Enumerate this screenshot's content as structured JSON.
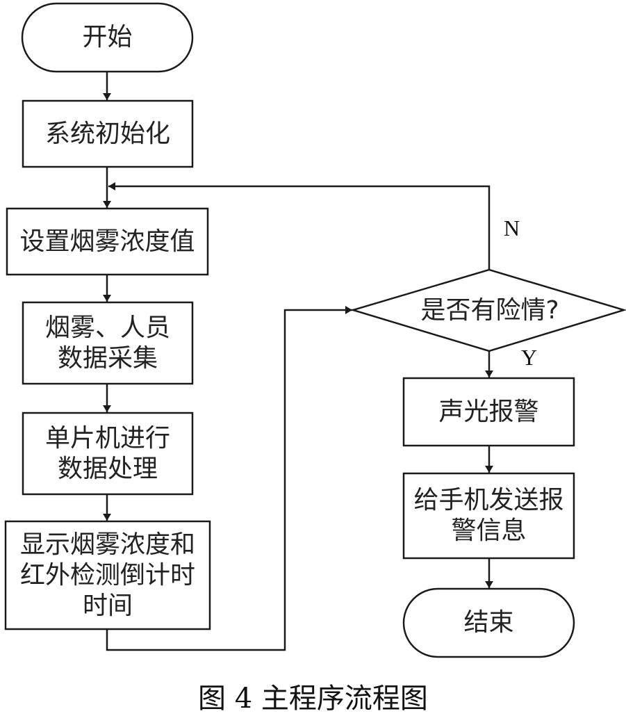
{
  "figure": {
    "caption": "图 4 主程序流程图",
    "stroke_color": "#1a1a1a",
    "fill_color": "#ffffff"
  },
  "nodes": {
    "start": {
      "shape": "terminator",
      "text": "开始"
    },
    "init": {
      "shape": "process",
      "text": "系统初始化"
    },
    "set_threshold": {
      "shape": "process",
      "text": "设置烟雾浓度值"
    },
    "collect": {
      "shape": "process",
      "text": "烟雾、人员\n数据采集"
    },
    "process_data": {
      "shape": "process",
      "text": "单片机进行\n数据处理"
    },
    "display": {
      "shape": "process",
      "text": "显示烟雾浓度和\n红外检测倒计时\n时间"
    },
    "decision": {
      "shape": "decision",
      "text": "是否有险情?"
    },
    "alarm": {
      "shape": "process",
      "text": "声光报警"
    },
    "send_msg": {
      "shape": "process",
      "text": "给手机发送报\n警信息"
    },
    "end": {
      "shape": "terminator",
      "text": "结束"
    }
  },
  "edges": [
    {
      "from": "start",
      "to": "init",
      "label": ""
    },
    {
      "from": "init",
      "to": "set_threshold",
      "label": ""
    },
    {
      "from": "set_threshold",
      "to": "collect",
      "label": ""
    },
    {
      "from": "collect",
      "to": "process_data",
      "label": ""
    },
    {
      "from": "process_data",
      "to": "display",
      "label": ""
    },
    {
      "from": "display",
      "to": "decision",
      "label": ""
    },
    {
      "from": "decision",
      "to": "set_threshold",
      "label": "N"
    },
    {
      "from": "decision",
      "to": "alarm",
      "label": "Y"
    },
    {
      "from": "alarm",
      "to": "send_msg",
      "label": ""
    },
    {
      "from": "send_msg",
      "to": "end",
      "label": ""
    }
  ],
  "edge_labels": {
    "no": "N",
    "yes": "Y"
  }
}
